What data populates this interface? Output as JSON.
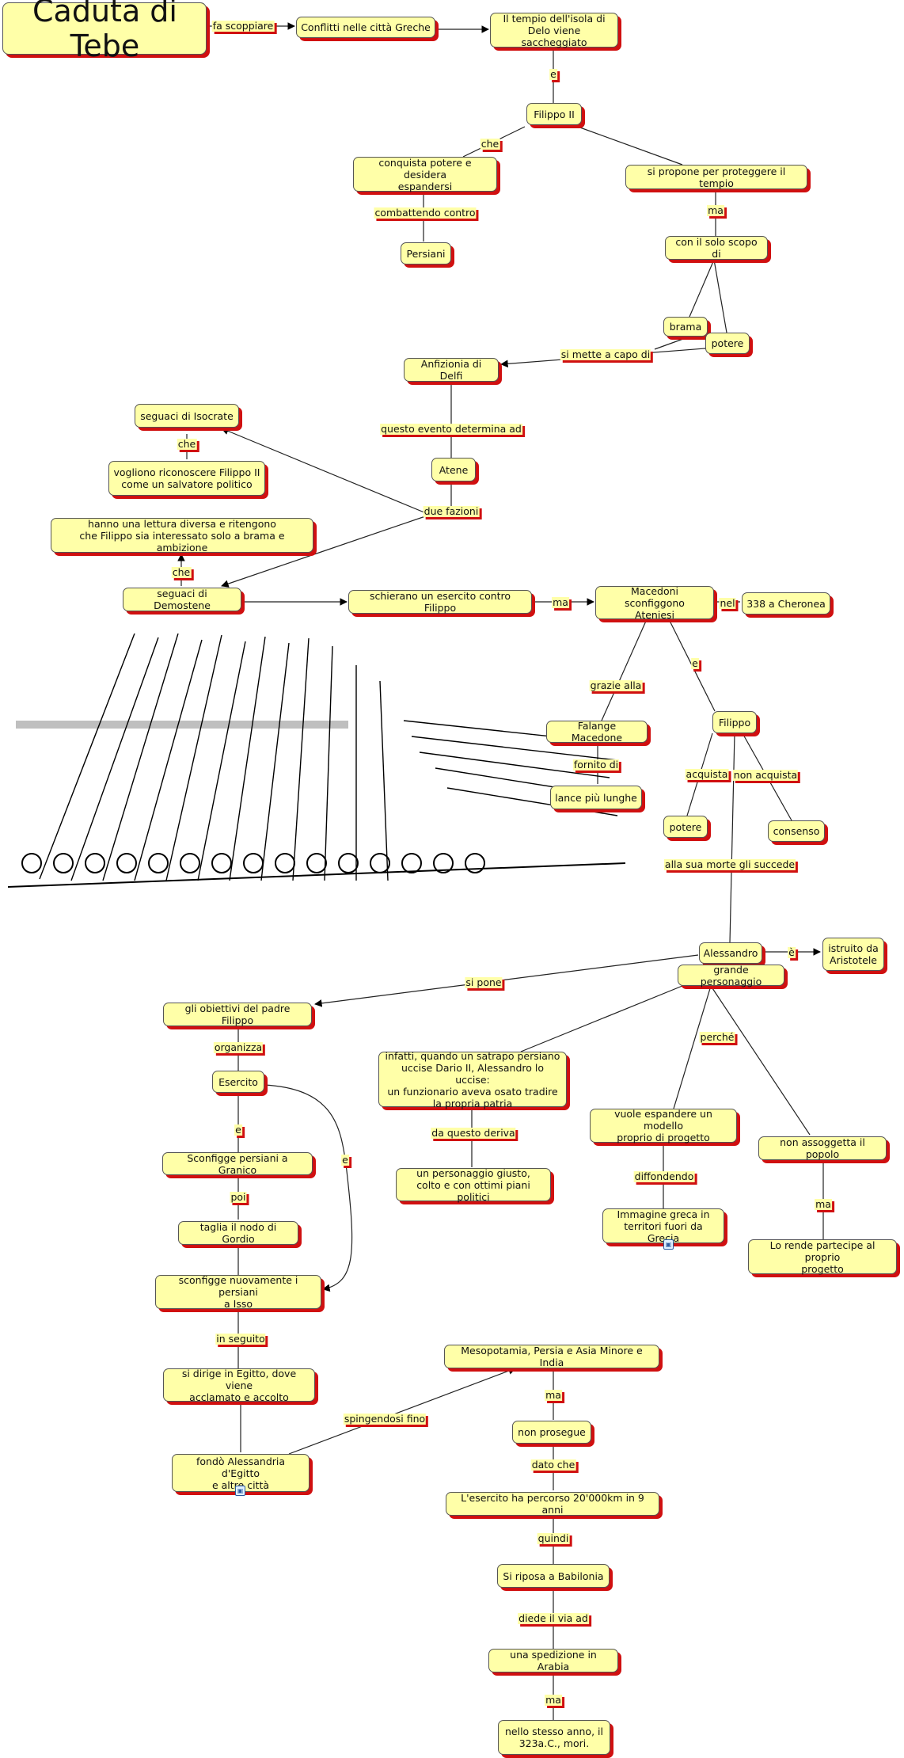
{
  "map": {
    "title": "Caduta di Tebe",
    "nodes": {
      "conflitti": "Conflitti nelle città Greche",
      "tempio": "Il tempio dell'isola di\nDelo viene saccheggiato",
      "filippo2": "Filippo II",
      "conquista": "conquista potere e desidera\nespandersi",
      "persiani": "Persiani",
      "propone": "si propone per proteggere il tempio",
      "scopo": "con il solo scopo di",
      "brama": "brama",
      "potere1": "potere",
      "anfizionia": "Anfizionia di Delfi",
      "isocrate": "seguaci di Isocrate",
      "vogliono": "vogliono riconoscere Filippo II\ncome un salvatore politico",
      "atene": "Atene",
      "lettura": "hanno una lettura diversa e ritengono\nche Filippo sia interessato solo a brama e ambizione",
      "demostene": "seguaci di Demostene",
      "schierano": "schierano un esercito contro Filippo",
      "macedoni": "Macedoni sconfiggono\nAteniesi",
      "cheronea": "338 a Cheronea",
      "falange": "Falange Macedone",
      "lance": "lance più lunghe",
      "filippo": "Filippo",
      "potere2": "potere",
      "consenso": "consenso",
      "alessandro": "Alessandro",
      "aristotele": "istruito da\nAristotele",
      "grande": "grande personaggio",
      "obiettivi": "gli obiettivi del padre Filippo",
      "satrapo": "infatti, quando un satrapo persiano\nuccise Dario II, Alessandro lo uccise:\nun funzionario aveva osato tradire\nla propria patria",
      "esercito": "Esercito",
      "giusto": "un personaggio giusto,\ncolto e con ottimi piani politici",
      "modello": "vuole espandere un modello\nproprio di progetto",
      "assoggetta": "non assoggetta il popolo",
      "granico": "Sconfigge persiani a Granico",
      "immagine": "Immagine greca in\nterritori fuori da Grecia",
      "partecipe": "Lo rende partecipe al proprio\nprogetto",
      "gordio": "taglia il nodo di Gordio",
      "isso": "sconfigge nuovamente i persiani\na Isso",
      "mesopotamia": "Mesopotamia, Persia e Asia Minore e India",
      "egitto": "si dirige in Egitto, dove viene\nacclamato e accolto",
      "prosegue": "non prosegue",
      "fondo": "fondò Alessandria d'Egitto\ne altre città",
      "percorso": "L'esercito ha percorso 20'000km in 9 anni",
      "babilonia": "Si riposa a Babilonia",
      "arabia": "una spedizione in Arabia",
      "morte": "nello stesso anno, il\n323a.C., mori."
    },
    "labels": {
      "fa_scoppiare": "fa scoppiare",
      "e1": "e",
      "che1": "che",
      "combattendo": "combattendo contro",
      "ma1": "ma",
      "mette_capo": "si mette a capo di",
      "evento": "questo evento determina ad",
      "che2": "che",
      "due_fazioni": "due fazioni",
      "che3": "che",
      "ma2": "ma",
      "nel": "nel",
      "grazie": "grazie alla",
      "e2": "e",
      "fornito": "fornito di",
      "acquista": "acquista",
      "non_acquista": "non acquista",
      "morte_succede": "alla sua morte gli succede",
      "e_acc": "è",
      "si_pone": "si pone",
      "perche": "perché",
      "organizza": "organizza",
      "e3": "e",
      "e4": "e",
      "deriva": "da questo deriva",
      "diffondendo": "diffondendo",
      "poi": "poi",
      "ma3": "ma",
      "in_seguito": "in seguito",
      "spingendosi": "spingendosi fino",
      "ma4": "ma",
      "dato_che": "dato che",
      "quindi": "quindi",
      "diede": "diede il via ad",
      "ma5": "ma"
    }
  },
  "colors": {
    "node_fill": "#ffffa8",
    "shadow": "#d01010",
    "line": "#222222"
  },
  "icons": {
    "image_icon": "image-attachment-icon"
  }
}
